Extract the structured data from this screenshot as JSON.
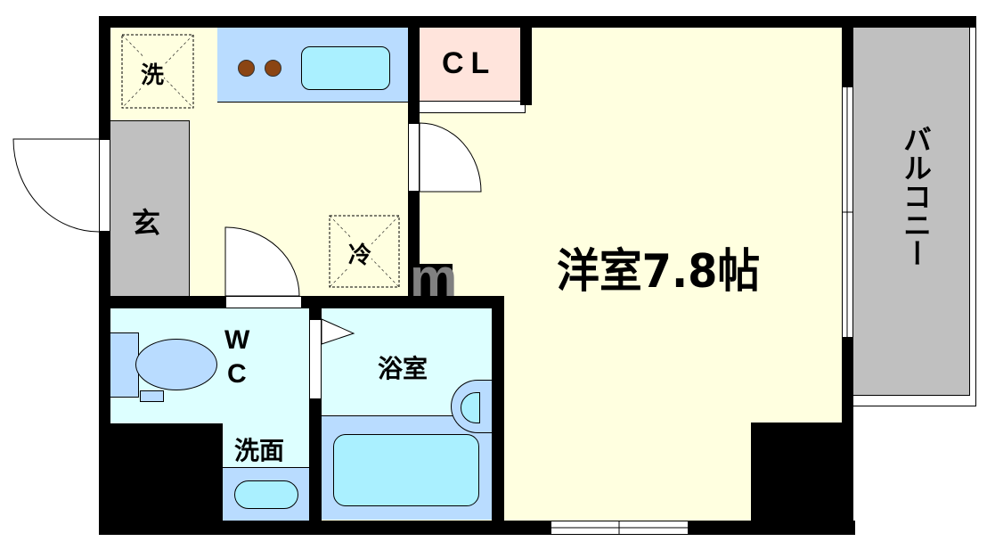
{
  "floorplan": {
    "rooms": {
      "laundry": {
        "label": "洗"
      },
      "entrance": {
        "label": "玄"
      },
      "fridge": {
        "label": "冷"
      },
      "closet": {
        "label": "CL"
      },
      "western_room": {
        "label": "洋室7.8帖"
      },
      "balcony": {
        "label": "バルコニー"
      },
      "wc": {
        "label_line1": "W",
        "label_line2": "C"
      },
      "washroom": {
        "label": "洗面"
      },
      "bathroom": {
        "label": "浴室"
      }
    },
    "watermark": "m",
    "colors": {
      "floor": "#ffffe0",
      "wet_area": "#ddffff",
      "fixture_blue": "#b9dcff",
      "fixture_cyan": "#aaf0ff",
      "closet": "#ffe4dc",
      "entrance_gray": "#c0c0c0",
      "burner_brown": "#8b4513",
      "wall": "#000000"
    }
  }
}
